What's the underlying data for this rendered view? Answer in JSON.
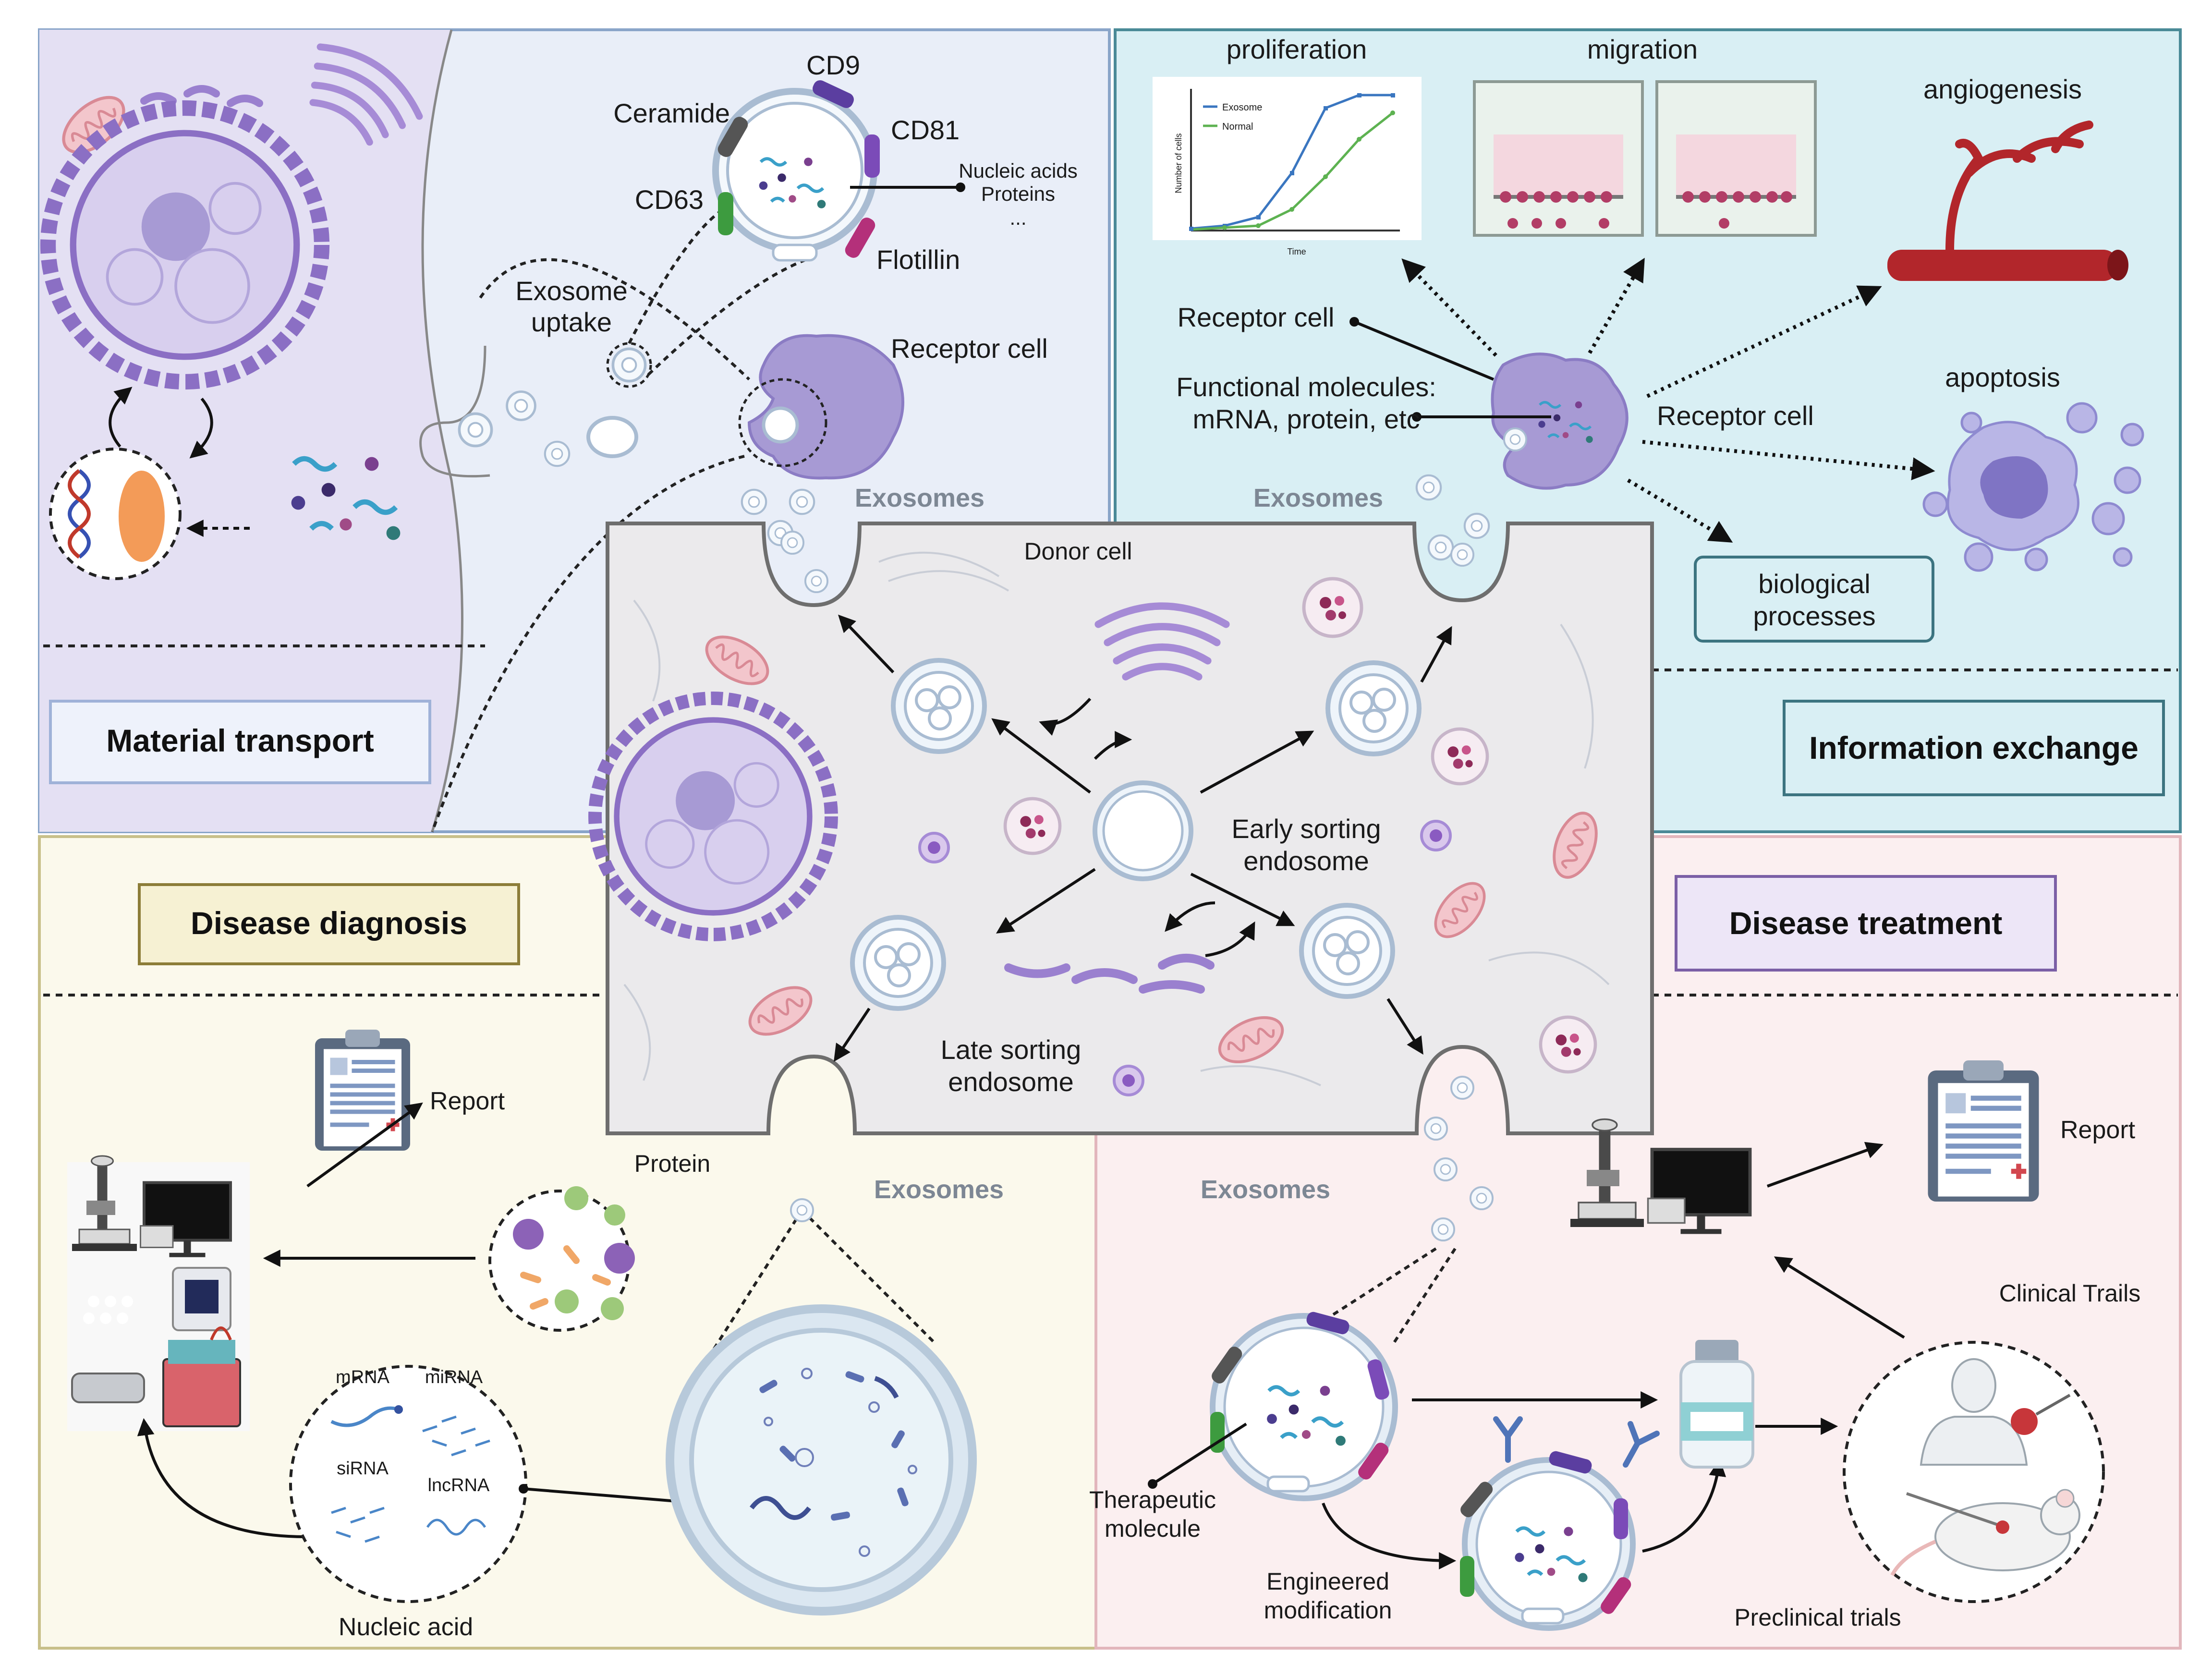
{
  "panels": {
    "material_transport": "Material transport",
    "information_exchange": "Information exchange",
    "disease_diagnosis": "Disease diagnosis",
    "disease_treatment": "Disease treatment"
  },
  "exosome_markers": {
    "cd9": "CD9",
    "cd81": "CD81",
    "cd63": "CD63",
    "ceramide": "Ceramide",
    "flotillin": "Flotillin",
    "cargo_1": "Nucleic acids",
    "cargo_2": "Proteins",
    "cargo_3": "..."
  },
  "transport": {
    "uptake_1": "Exosome",
    "uptake_2": "uptake",
    "receptor_cell": "Receptor cell",
    "exosomes": "Exosomes"
  },
  "info": {
    "proliferation": "proliferation",
    "migration": "migration",
    "angiogenesis": "angiogenesis",
    "apoptosis": "apoptosis",
    "receptor_cell_left": "Receptor cell",
    "functional_1": "Functional molecules:",
    "functional_2": "mRNA, protein, etc",
    "receptor_cell_right": "Receptor cell",
    "bio_1": "biological",
    "bio_2": "processes",
    "exosomes": "Exosomes"
  },
  "mini_chart": {
    "legend_exosome": "Exosome",
    "legend_normal": "Normal",
    "ylabel": "Number of cells",
    "xlabel": "Time"
  },
  "donor": {
    "title": "Donor cell",
    "early_1": "Early sorting",
    "early_2": "endosome",
    "late_1": "Late sorting",
    "late_2": "endosome"
  },
  "diagnosis": {
    "report": "Report",
    "protein": "Protein",
    "exosomes": "Exosomes",
    "mrna": "mRNA",
    "mirna": "miRNA",
    "sirna": "siRNA",
    "lncrna": "lncRNA",
    "nucleic_acid": "Nucleic acid"
  },
  "treatment": {
    "exosomes": "Exosomes",
    "report": "Report",
    "clinical": "Clinical Trails",
    "therapeutic_1": "Therapeutic",
    "therapeutic_2": "molecule",
    "engineered_1": "Engineered",
    "engineered_2": "modification",
    "preclinical": "Preclinical trials"
  },
  "colors": {
    "panel_tl": "#e8e6f4",
    "panel_tl_light": "#e9eef8",
    "panel_tr": "#d6eef2",
    "panel_bl": "#fbf9ec",
    "panel_br": "#fbeff0",
    "donor": "#ebeaec",
    "purple": "#8f7ac7",
    "mito": "#d98a95",
    "exosome_edge": "#9fb4cc"
  }
}
